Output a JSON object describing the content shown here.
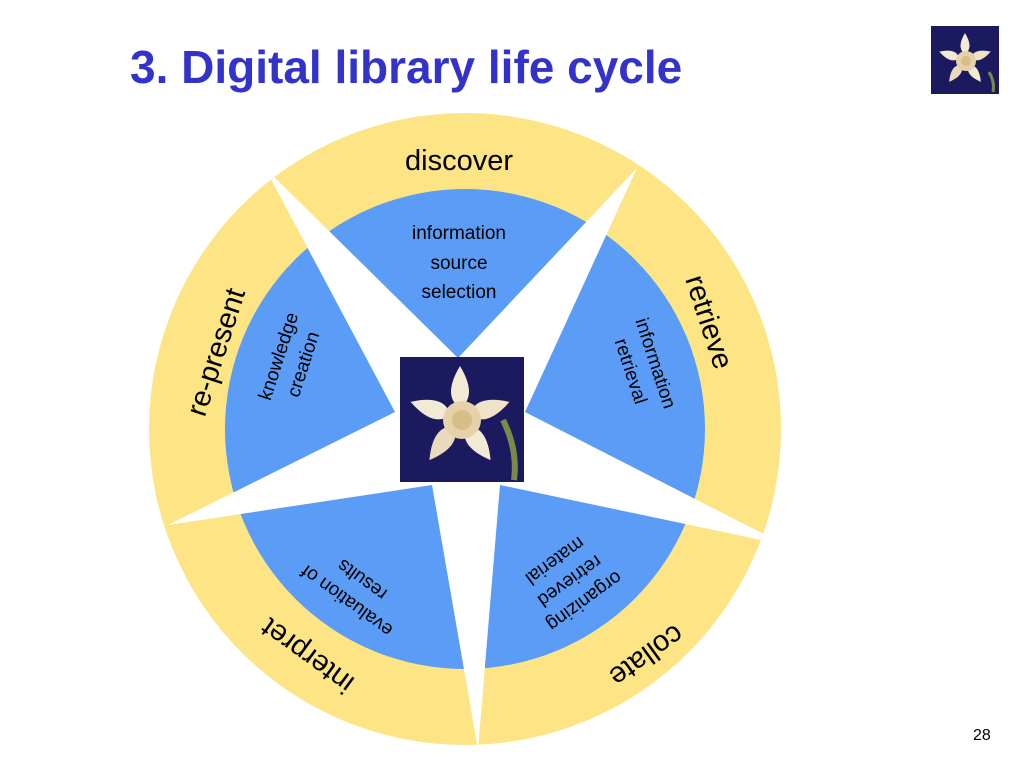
{
  "title": "3. Digital library life cycle",
  "page_number": "28",
  "colors": {
    "title": "#3333cc",
    "outer_ring": "#fde585",
    "inner_sector": "#5b9cf6",
    "star": "#ffffff",
    "flower_bg": "#1c1a5e"
  },
  "stages": [
    {
      "outer": "discover",
      "inner": [
        "information",
        "source",
        "selection"
      ]
    },
    {
      "outer": "retrieve",
      "inner": [
        "information",
        "retrieval"
      ]
    },
    {
      "outer": "collate",
      "inner": [
        "organizing",
        "retrieved",
        "material"
      ]
    },
    {
      "outer": "interpret",
      "inner": [
        "evaluation of",
        "results"
      ]
    },
    {
      "outer": "re-present",
      "inner": [
        "knowledge",
        "creation"
      ]
    }
  ],
  "images": {
    "center": "daffodil-photo",
    "corner": "daffodil-photo"
  }
}
